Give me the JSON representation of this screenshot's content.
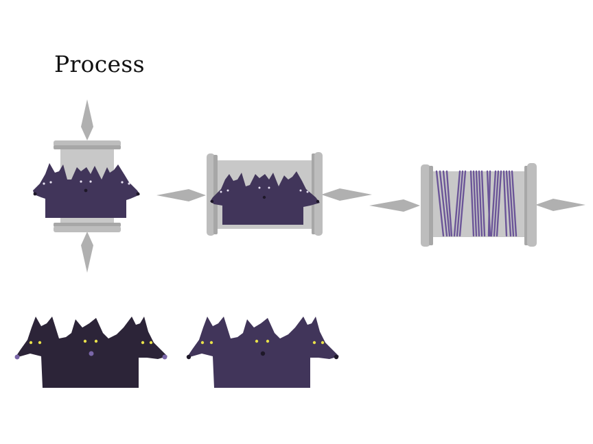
{
  "title": "Process",
  "colors": {
    "background": "#ffffff",
    "spool_gray": "#c4c4c4",
    "spool_gray_dark": "#a9a9a9",
    "wolf_purple": "#41355a",
    "wolf_dark": "#2c2438",
    "thread_purple": "#6b5598",
    "eye_pale": "#e6e0f0",
    "eye_yellow": "#e8e04a",
    "nose_dark": "#1e1828",
    "nose_lilac": "#7a66a8"
  },
  "icons": {
    "spool_vertical_wolves": "three-headed-wolf-on-vertical-spool",
    "spool_horizontal_wolves": "three-headed-wolf-on-horizontal-spool",
    "spool_thread": "thread-wrapped-spool",
    "wolf_dark": "three-headed-wolf-dark",
    "wolf_purple": "three-headed-wolf-purple"
  }
}
